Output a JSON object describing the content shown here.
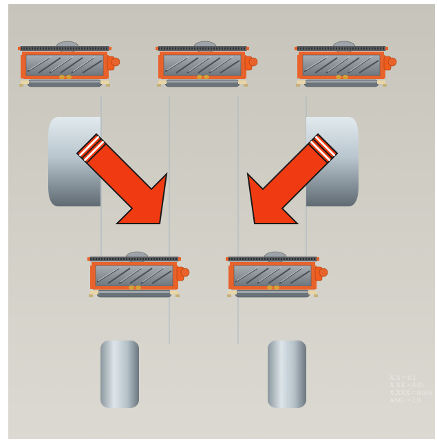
{
  "colors": {
    "background_top": "#c7c5bb",
    "background_bottom": "#dad8d0",
    "frame": "#ffffff",
    "arrow_fill": "#f03a12",
    "arrow_stroke": "#1a1a1a",
    "reel_orange": "#e8632b",
    "reel_gray": "#8a9096",
    "tire_light": "#dfe7ec",
    "tire_dark": "#7f8a92",
    "guide_line": "#9aa6b4"
  },
  "layout_description": {
    "top_row_reels": 3,
    "bottom_row_reels": 2,
    "large_tires": 2,
    "small_tires": 2,
    "arrows": [
      {
        "direction": "down-right"
      },
      {
        "direction": "down-left"
      }
    ]
  },
  "tolerance_block": {
    "lines": [
      "X.X     = 0.1",
      "X.XX    = 0.03",
      "X.XXX   = 0.015",
      "ANG.    = 1.0"
    ]
  }
}
